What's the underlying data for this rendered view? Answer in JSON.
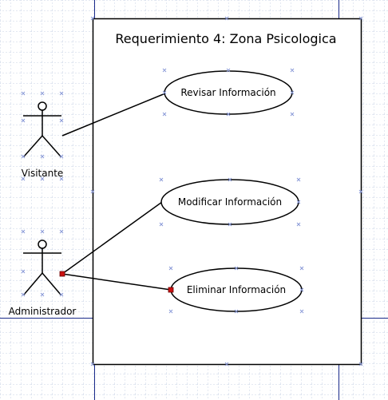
{
  "diagram": {
    "system": {
      "title": "Requerimiento 4: Zona Psicologica"
    },
    "actors": [
      {
        "id": "visitante",
        "name": "Visitante"
      },
      {
        "id": "administrador",
        "name": "Administrador"
      }
    ],
    "use_cases": [
      {
        "id": "revisar",
        "name": "Revisar Información"
      },
      {
        "id": "modificar",
        "name": "Modificar Información"
      },
      {
        "id": "eliminar",
        "name": "Eliminar Información"
      }
    ],
    "associations": [
      {
        "from": "visitante",
        "to": "revisar"
      },
      {
        "from": "administrador",
        "to": "modificar"
      },
      {
        "from": "administrador",
        "to": "eliminar"
      }
    ],
    "colors": {
      "grid": "#c9d3e6",
      "guide": "#1a2a8a",
      "handle": "#8a9ad8",
      "selected_handle": "#cc1111",
      "stroke": "#000000",
      "fill": "#ffffff"
    }
  }
}
